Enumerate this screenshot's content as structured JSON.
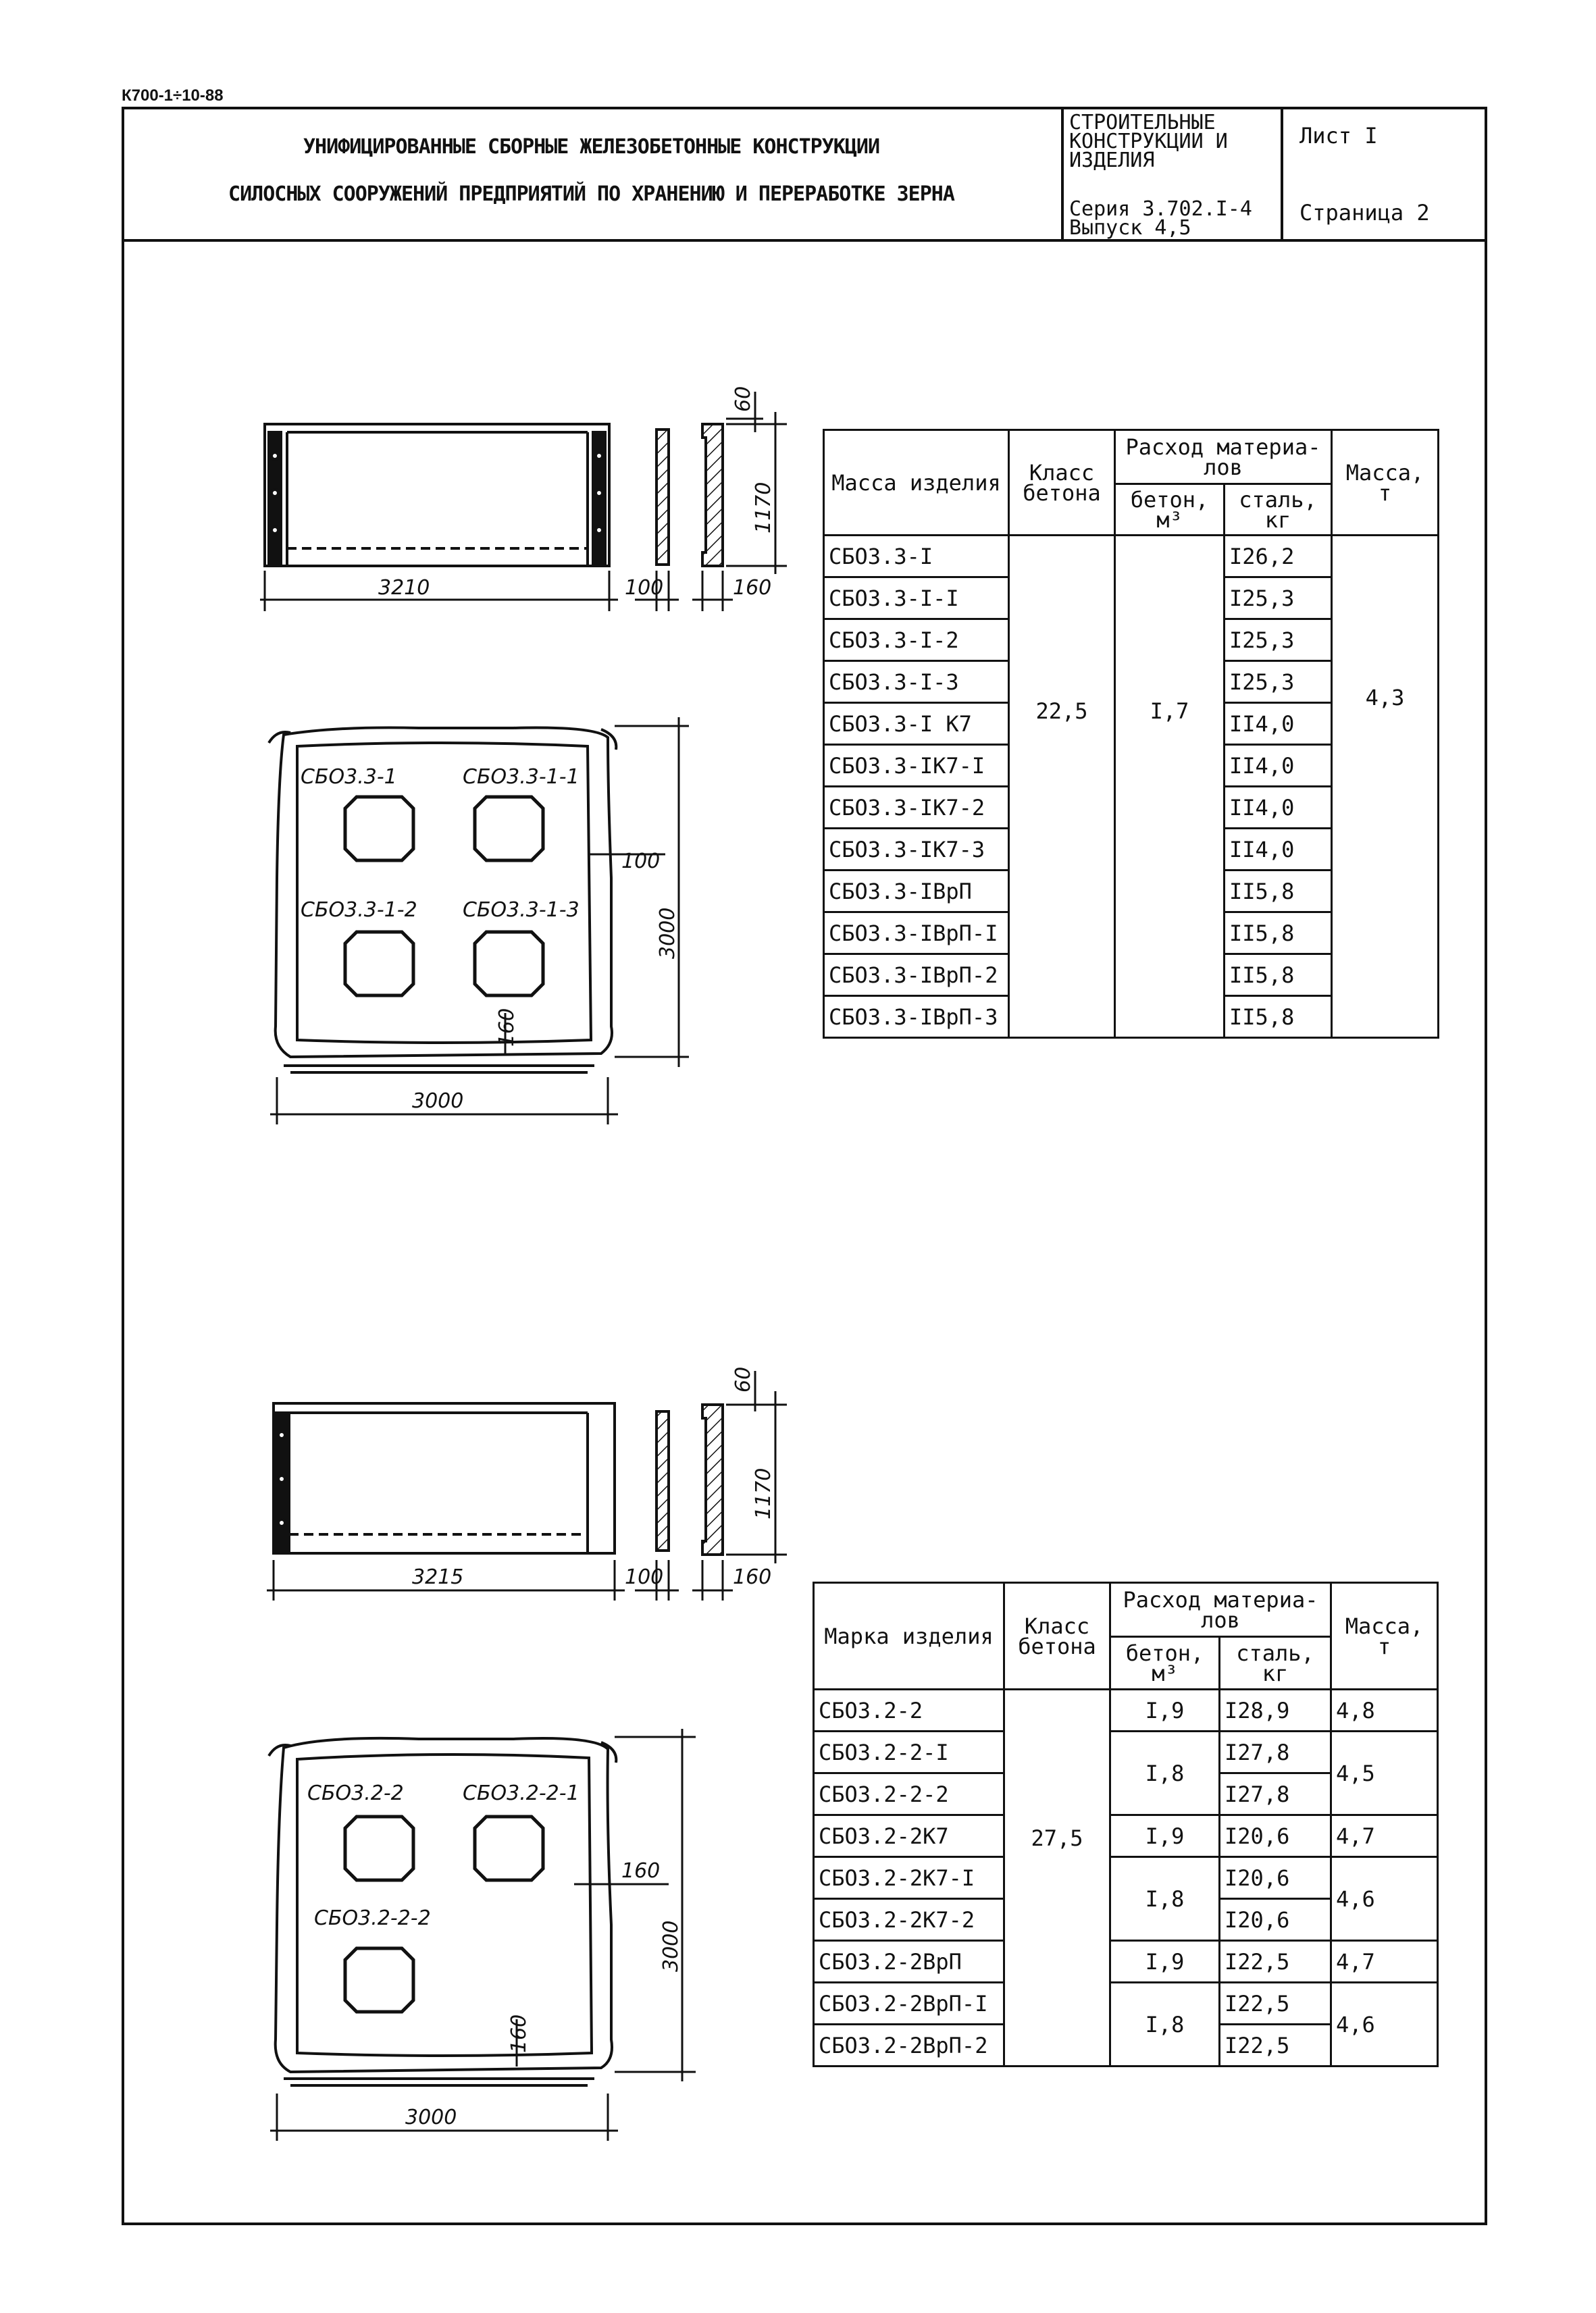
{
  "doc_code": "К700-1÷10-88",
  "header": {
    "title_line1": "УНИФИЦИРОВАННЫЕ СБОРНЫЕ ЖЕЛЕЗОБЕТОННЫЕ КОНСТРУКЦИИ",
    "title_line2": "СИЛОСНЫХ СООРУЖЕНИЙ ПРЕДПРИЯТИЙ ПО ХРАНЕНИЮ И ПЕРЕРАБОТКЕ ЗЕРНА",
    "category": "СТРОИТЕЛЬНЫЕ КОНСТРУКЦИИ И ИЗДЕЛИЯ",
    "series": "Серия 3.702.I-4 Выпуск 4,5",
    "sheet": "Лист I",
    "page": "Страница 2"
  },
  "drawing1": {
    "dims": {
      "width_side": "3210",
      "thick_a": "100",
      "thick_b": "160",
      "top": "60",
      "height": "1170",
      "plan_width": "3000",
      "plan_height": "3000",
      "edge_right": "100",
      "edge_bottom": "160"
    },
    "marks": [
      "СБО3.3-1",
      "СБО3.3-1-1",
      "СБО3.3-1-2",
      "СБО3.3-1-3"
    ]
  },
  "drawing2": {
    "dims": {
      "width_side": "3215",
      "thick_a": "100",
      "thick_b": "160",
      "top": "60",
      "height": "1170",
      "plan_width": "3000",
      "plan_height": "3000",
      "edge_right": "160",
      "edge_bottom": "160"
    },
    "marks": [
      "СБО3.2-2",
      "СБО3.2-2-1",
      "СБО3.2-2-2"
    ]
  },
  "table1": {
    "headers": {
      "mark": "Масса изделия",
      "class": "Класс бетона",
      "consumption": "Расход материа- лов",
      "concrete": "бетон, м³",
      "steel": "сталь, кг",
      "mass": "Масса, т"
    },
    "class_value": "22,5",
    "concrete_value": "I,7",
    "mass_value": "4,3",
    "rows": [
      {
        "mark": "СБО3.3-I",
        "steel": "I26,2"
      },
      {
        "mark": "СБО3.3-I-I",
        "steel": "I25,3"
      },
      {
        "mark": "СБО3.3-I-2",
        "steel": "I25,3"
      },
      {
        "mark": "СБО3.3-I-3",
        "steel": "I25,3"
      },
      {
        "mark": "СБО3.3-I К7",
        "steel": "II4,0"
      },
      {
        "mark": "СБО3.3-IК7-I",
        "steel": "II4,0"
      },
      {
        "mark": "СБО3.3-IК7-2",
        "steel": "II4,0"
      },
      {
        "mark": "СБО3.3-IК7-3",
        "steel": "II4,0"
      },
      {
        "mark": "СБО3.3-IВрП",
        "steel": "II5,8"
      },
      {
        "mark": "СБО3.3-IВрП-I",
        "steel": "II5,8"
      },
      {
        "mark": "СБО3.3-IВрП-2",
        "steel": "II5,8"
      },
      {
        "mark": "СБО3.3-IВрП-3",
        "steel": "II5,8"
      }
    ]
  },
  "table2": {
    "headers": {
      "mark": "Марка изделия",
      "class": "Класс бетона",
      "consumption": "Расход материа- лов",
      "concrete": "бетон, м³",
      "steel": "сталь, кг",
      "mass": "Масса, т"
    },
    "class_value": "27,5",
    "rows": [
      {
        "mark": "СБО3.2-2",
        "steel": "I28,9"
      },
      {
        "mark": "СБО3.2-2-I",
        "steel": "I27,8"
      },
      {
        "mark": "СБО3.2-2-2",
        "steel": "I27,8"
      },
      {
        "mark": "СБО3.2-2К7",
        "steel": "I20,6"
      },
      {
        "mark": "СБО3.2-2К7-I",
        "steel": "I20,6"
      },
      {
        "mark": "СБО3.2-2К7-2",
        "steel": "I20,6"
      },
      {
        "mark": "СБО3.2-2ВрП",
        "steel": "I22,5"
      },
      {
        "mark": "СБО3.2-2ВрП-I",
        "steel": "I22,5"
      },
      {
        "mark": "СБО3.2-2ВрП-2",
        "steel": "I22,5"
      }
    ],
    "groups": [
      {
        "concrete": "I,9",
        "mass": "4,8"
      },
      {
        "concrete": "I,8",
        "mass": "4,5"
      },
      {
        "concrete": "I,9",
        "mass": "4,7"
      },
      {
        "concrete": "I,8",
        "mass": "4,6"
      },
      {
        "concrete": "I,9",
        "mass": "4,7"
      },
      {
        "concrete": "I,8",
        "mass": "4,6"
      }
    ]
  }
}
